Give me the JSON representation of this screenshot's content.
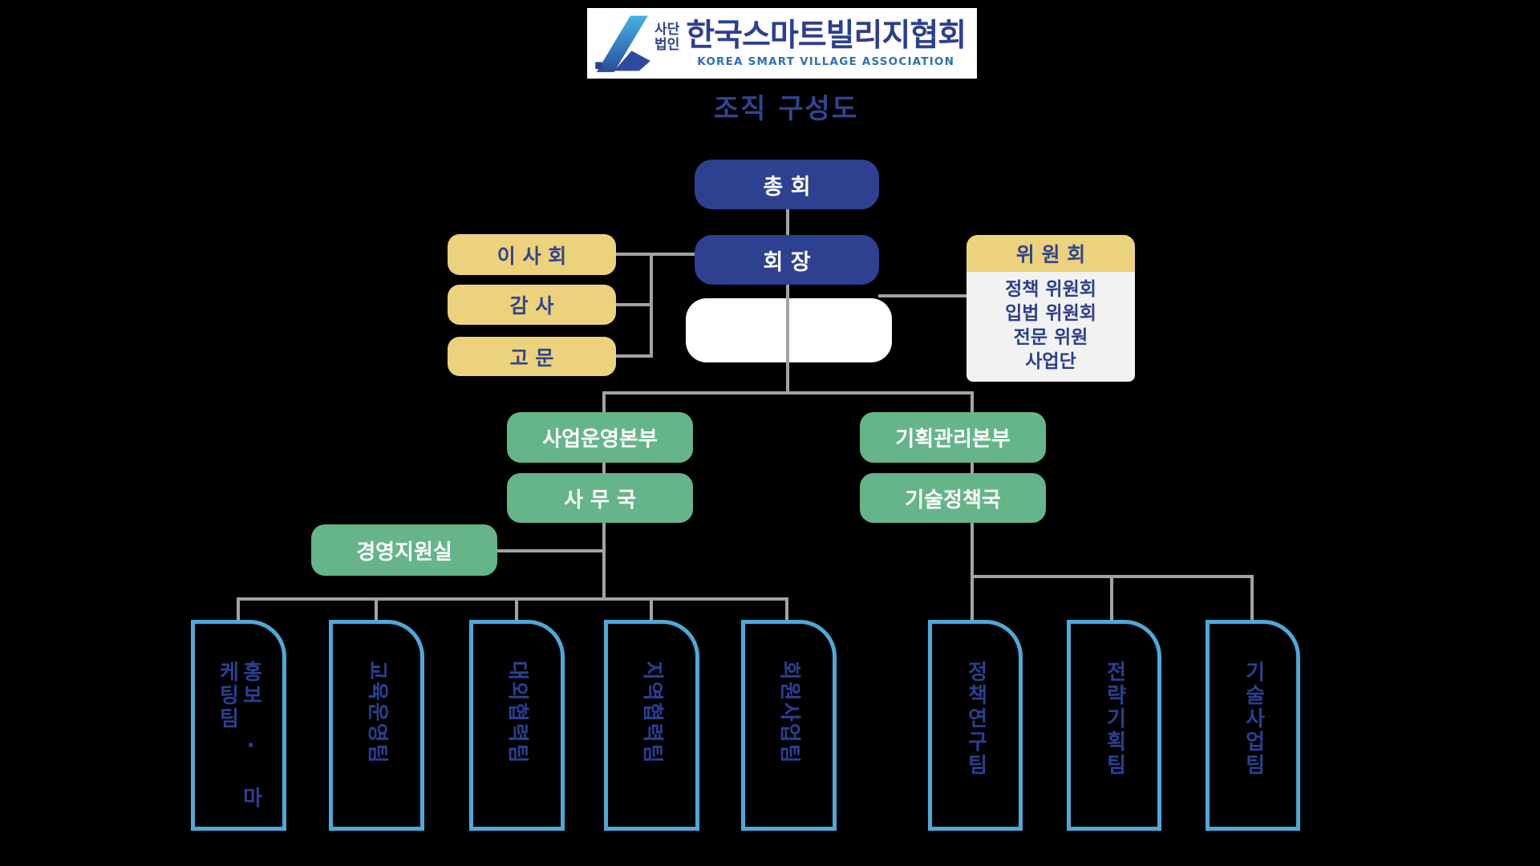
{
  "logo": {
    "org_type_line1": "사단",
    "org_type_line2": "법인",
    "org_name": "한국스마트빌리지협회",
    "org_name_en": "KOREA SMART VILLAGE ASSOCIATION"
  },
  "title": "조직 구성도",
  "chart": {
    "general_assembly": "총 회",
    "chairman": "회 장",
    "left_group": {
      "board": "이 사 회",
      "auditor": "감 사",
      "advisor": "고 문"
    },
    "committee": {
      "header": "위 원 회",
      "items": [
        "정책 위원회",
        "입법 위원회",
        "전문 위원",
        "사업단"
      ]
    },
    "left_branch": {
      "hq": "사업운영본부",
      "office": "사 무 국",
      "support_office": "경영지원실"
    },
    "right_branch": {
      "hq": "기획관리본부",
      "office": "기술정책국"
    },
    "teams_left": [
      "홍보 · 마케팅팀",
      "교육운영팀",
      "대외협력팀",
      "지역협력팀",
      "회원사업팀"
    ],
    "teams_right": [
      "정책연구팀",
      "전략기획팀",
      "기술사업팀"
    ]
  },
  "colors": {
    "background": "#000000",
    "navy_box": "#2e4190",
    "yellow_box": "#ecd27c",
    "green_box": "#65b588",
    "team_border": "#4fa8d8",
    "connector_gray": "#a3a3a3",
    "text_navy": "#2c3f8f",
    "committee_body": "#f2f2f3",
    "logo_english_blue": "#2d6fb5"
  }
}
